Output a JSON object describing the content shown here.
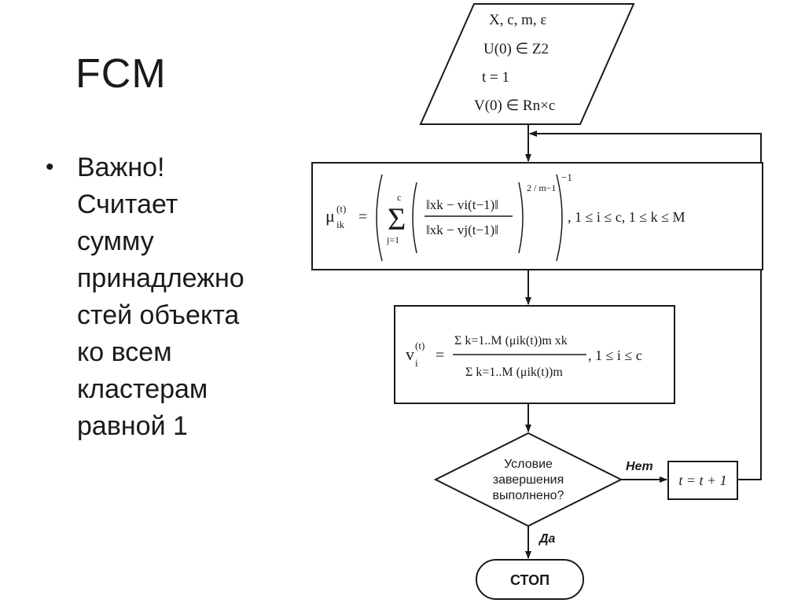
{
  "slide": {
    "title": "FCM",
    "bullet": "Важно!\nСчитает\nсумму\nпринадлежно\nстей объекта\nко всем\nкластерам\nравной 1"
  },
  "flowchart": {
    "input": {
      "line1": "X, c, m, ε",
      "line2": "U(0) ∈ Z2",
      "line3": "t = 1",
      "line4": "V(0) ∈ Rn×c"
    },
    "membership_formula": {
      "lhs": "μ",
      "lhs_sup": "(t)",
      "lhs_sub": "ik",
      "sum_top": "c",
      "sum_bottom": "j=1",
      "numerator": "‖xk − vi(t−1)‖",
      "denominator": "‖xk − vj(t−1)‖",
      "exponent": "2 / m−1",
      "outer_power": "−1",
      "range": ", 1 ≤ i ≤ c,  1 ≤ k ≤ M"
    },
    "centroid_formula": {
      "lhs": "v",
      "lhs_sup": "(t)",
      "lhs_sub": "i",
      "numerator": "Σ k=1..M (μik(t))m xk",
      "denominator": "Σ k=1..M (μik(t))m",
      "range": ", 1 ≤ i ≤ c"
    },
    "decision": {
      "line1": "Условие",
      "line2": "завершения",
      "line3": "выполнено?"
    },
    "no_label": "Нет",
    "yes_label": "Да",
    "increment": "t = t + 1",
    "stop": "СТОП"
  }
}
